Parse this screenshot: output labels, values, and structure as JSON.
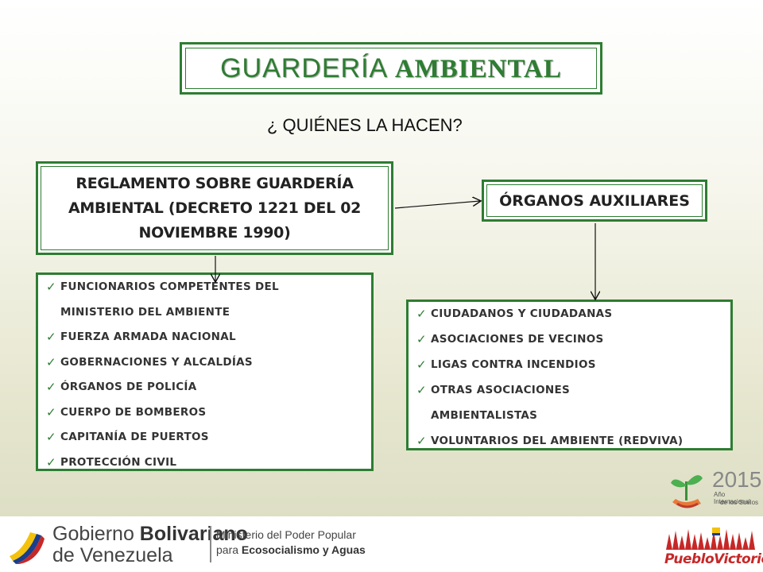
{
  "title": {
    "part1": "GUARDERÍA",
    "part2": "AMBIENTAL"
  },
  "question": "¿ QUIÉNES LA HACEN?",
  "regulation_box": {
    "line1": "REGLAMENTO SOBRE GUARDERÍA",
    "line2": "AMBIENTAL (DECRETO 1221 DEL 02",
    "line3": "NOVIEMBRE 1990)"
  },
  "auxiliary_box": {
    "label": "ÓRGANOS AUXILIARES"
  },
  "left_list": [
    "FUNCIONARIOS COMPETENTES  DEL",
    "MINISTERIO DEL AMBIENTE",
    "FUERZA ARMADA NACIONAL",
    "GOBERNACIONES Y ALCALDÍAS",
    "ÓRGANOS DE POLICÍA",
    "CUERPO DE BOMBEROS",
    "CAPITANÍA DE PUERTOS",
    "PROTECCIÓN CIVIL"
  ],
  "right_list": [
    "CIUDADANOS Y CIUDADANAS",
    "ASOCIACIONES DE VECINOS",
    "LIGAS CONTRA INCENDIOS",
    "OTRAS ASOCIACIONES",
    "AMBIENTALISTAS",
    "VOLUNTARIOS DEL AMBIENTE (REDVIVA)"
  ],
  "year_logo": {
    "year": "2015",
    "caption_line1": "Año Internacional",
    "caption_line2": "de los Suelos"
  },
  "footer": {
    "gov_line1_a": "Gobierno ",
    "gov_line1_b": "Bolivariano",
    "gov_line2": "de Venezuela",
    "ministry_line1": "Ministerio del Poder Popular",
    "ministry_line2_a": "para ",
    "ministry_line2_b": "Ecosocialismo y Aguas",
    "pueblo": "PuebloVictorioso"
  },
  "colors": {
    "accent_green": "#2e7d32",
    "pueblo_red": "#c62828"
  },
  "icons": [
    "check-icon",
    "venezuela-flag-icon",
    "soil-plant-icon"
  ]
}
